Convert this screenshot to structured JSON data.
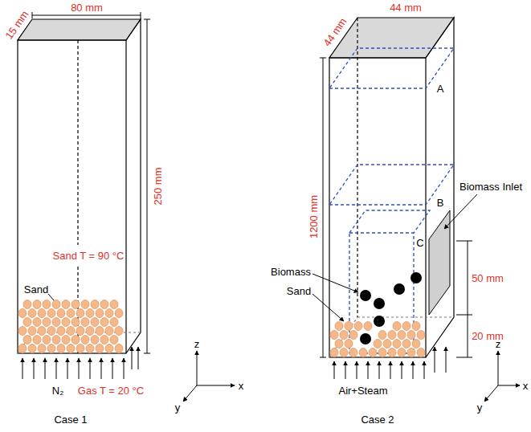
{
  "diagram": {
    "labels": [
      "15 mm",
      "80 mm",
      "250 mm",
      "Sand T = 90 °C",
      "Sand",
      "N₂",
      "Gas T = 20 °C",
      "Case 1",
      "z",
      "x",
      "y",
      "44 mm",
      "44 mm",
      "A",
      "B",
      "C",
      "Biomass Inlet",
      "Biomass",
      "Sand",
      "1200 mm",
      "50 mm",
      "20 mm",
      "z",
      "x",
      "y",
      "Air+Steam",
      "Case 2"
    ]
  }
}
